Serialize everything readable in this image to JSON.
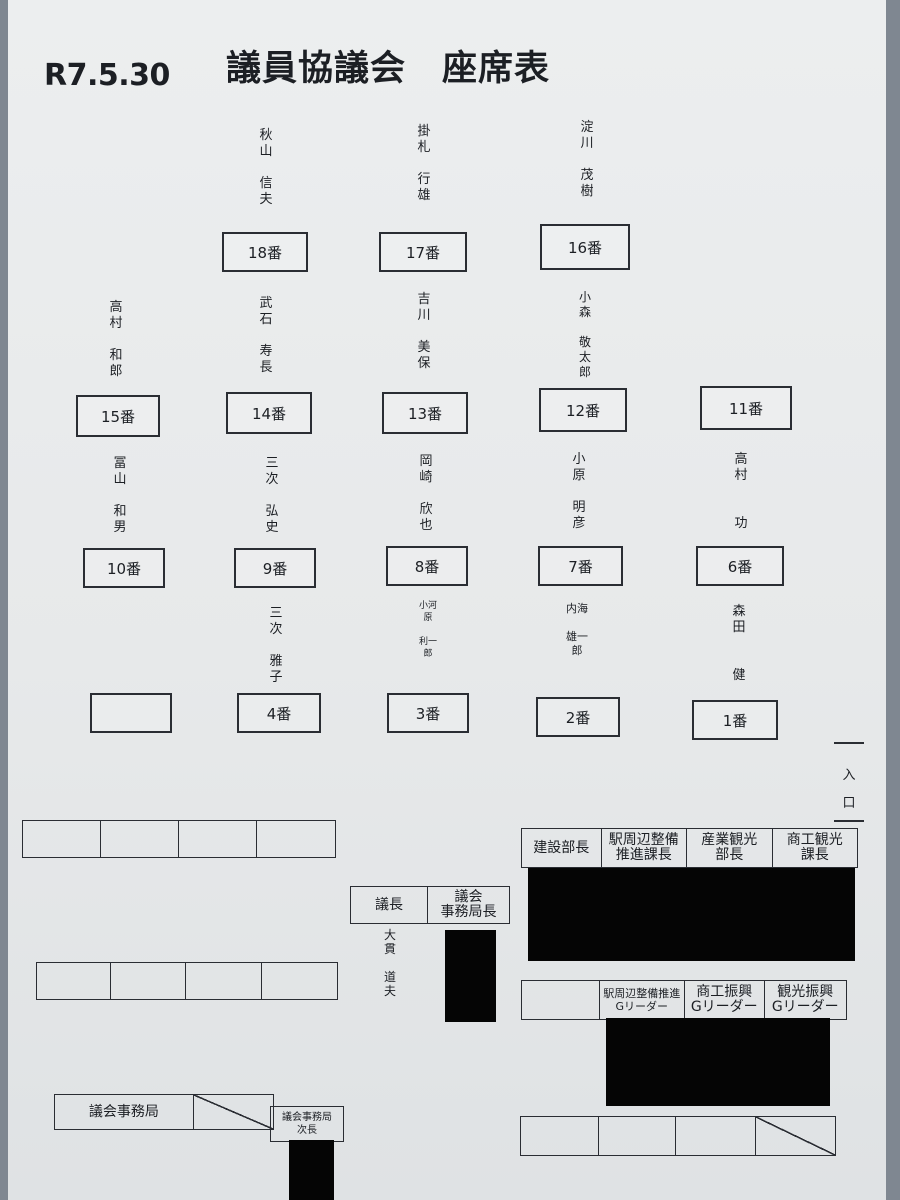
{
  "header": {
    "date": "R7.5.30",
    "title": "議員協議会　座席表"
  },
  "seats": {
    "s18": {
      "label": "18番",
      "name": "秋山\n\n信夫"
    },
    "s17": {
      "label": "17番",
      "name": "掛札\n\n行雄"
    },
    "s16": {
      "label": "16番",
      "name": "淀川\n\n茂樹"
    },
    "s15": {
      "label": "15番",
      "name": "高村\n\n和郎"
    },
    "s14": {
      "label": "14番",
      "name": "武石\n\n寿長"
    },
    "s13": {
      "label": "13番",
      "name": "吉川\n\n美保"
    },
    "s12": {
      "label": "12番",
      "name": "小森\n\n敬太郎"
    },
    "s11": {
      "label": "11番"
    },
    "s10": {
      "label": "10番",
      "name": "冨山\n\n和男"
    },
    "s9": {
      "label": "9番",
      "name": "三次\n\n弘史"
    },
    "s8": {
      "label": "8番",
      "name": "岡崎\n\n欣也"
    },
    "s7": {
      "label": "7番",
      "name": "小原\n\n明彦"
    },
    "s6": {
      "label": "6番",
      "name": "高村\n\n\n功"
    },
    "s4": {
      "label": "4番",
      "name": "三次\n\n雅子"
    },
    "s3": {
      "label": "3番",
      "name": "小河原\n\n利一郎"
    },
    "s2": {
      "label": "2番",
      "name": "内海\n\n雄一郎"
    },
    "s1": {
      "label": "1番",
      "name": "森田\n\n\n健"
    }
  },
  "entrance": "入口",
  "chair": {
    "label": "議長",
    "secretariat_director": "議会\n事務局長",
    "name": "大貫\n\n道夫"
  },
  "officials": {
    "heads": [
      "建設部長",
      "駅周辺整備\n推進課長",
      "産業観光\n部長",
      "商工観光\n課長"
    ],
    "leaders": [
      "駅周辺整備推進\nGリーダー",
      "商工振興\nGリーダー",
      "観光振興\nGリーダー"
    ]
  },
  "secretariat": {
    "label": "議会事務局",
    "deputy": "議会事務局\n次長"
  }
}
